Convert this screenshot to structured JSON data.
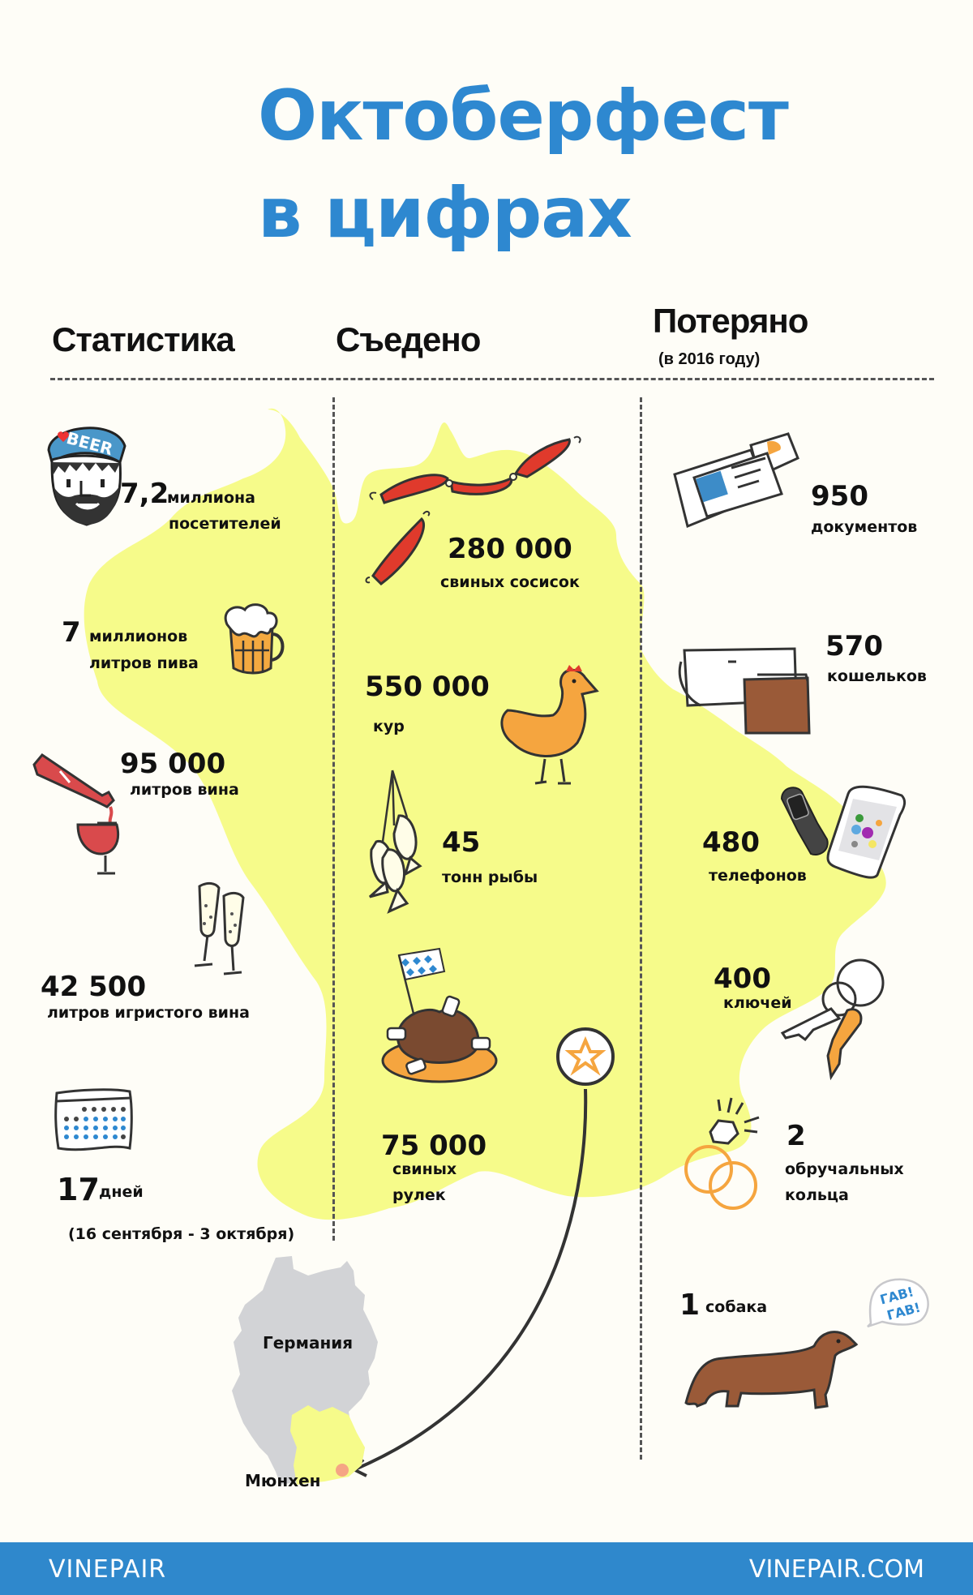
{
  "title": {
    "line1": "Октоберфест",
    "line2": "в цифрах"
  },
  "columns": {
    "stats": {
      "heading": "Статистика",
      "items": [
        {
          "number": "7,2",
          "label_line1": "миллиона",
          "label_line2": "посетителей",
          "icon": "bearded-man-i-love-beer-cap-icon"
        },
        {
          "number": "7",
          "label_line1": "миллионов",
          "label_line2": "литров пива",
          "icon": "beer-mug-icon"
        },
        {
          "number": "95 000",
          "label_line1": "литров вина",
          "icon": "wine-bottle-pouring-glass-icon"
        },
        {
          "number": "42 500",
          "label_line1": "литров игристого вина",
          "icon": "champagne-glasses-icon"
        },
        {
          "number": "17",
          "label_line1": "дней",
          "label_line2": "(16 сентября - 3 октября)",
          "icon": "calendar-icon"
        }
      ]
    },
    "eaten": {
      "heading": "Съедено",
      "items": [
        {
          "number": "280 000",
          "label_line1": "свиных сосисок",
          "icon": "sausages-icon"
        },
        {
          "number": "550 000",
          "label_line1": "кур",
          "icon": "chicken-icon"
        },
        {
          "number": "45",
          "label_line1": "тонн рыбы",
          "icon": "fish-on-stick-icon"
        },
        {
          "number": "75 000",
          "label_line1": "свиных",
          "label_line2": "рулек",
          "icon": "pork-knuckles-with-bavarian-flag-icon"
        }
      ]
    },
    "lost": {
      "heading": "Потеряно",
      "subheading": "(в 2016 году)",
      "items": [
        {
          "number": "950",
          "label_line1": "документов",
          "icon": "id-cards-icon"
        },
        {
          "number": "570",
          "label_line1": "кошельков",
          "icon": "wallets-icon"
        },
        {
          "number": "480",
          "label_line1": "телефонов",
          "icon": "phones-icon"
        },
        {
          "number": "400",
          "label_line1": "ключей",
          "icon": "keys-icon"
        },
        {
          "number": "2",
          "label_line1": "обручальных",
          "label_line2": "кольца",
          "icon": "wedding-rings-icon"
        },
        {
          "number": "1",
          "label_line1": "собака",
          "icon": "dachshund-icon",
          "speech": [
            "ГАВ!",
            "ГАВ!"
          ]
        }
      ]
    }
  },
  "map": {
    "country_label": "Германия",
    "city_label": "Мюнхен",
    "pin_icon": "star-pin-icon"
  },
  "footer": {
    "logo": "VINEPAIR",
    "url": "VINEPAIR.COM"
  },
  "colors": {
    "title_blue": "#2e88d0",
    "footer_blue": "#2f88cc",
    "bavaria_yellow": "#f6fb8a",
    "background": "#fefdf7",
    "germany_gray": "#d2d3d6",
    "munich_dot": "#f5a584"
  }
}
